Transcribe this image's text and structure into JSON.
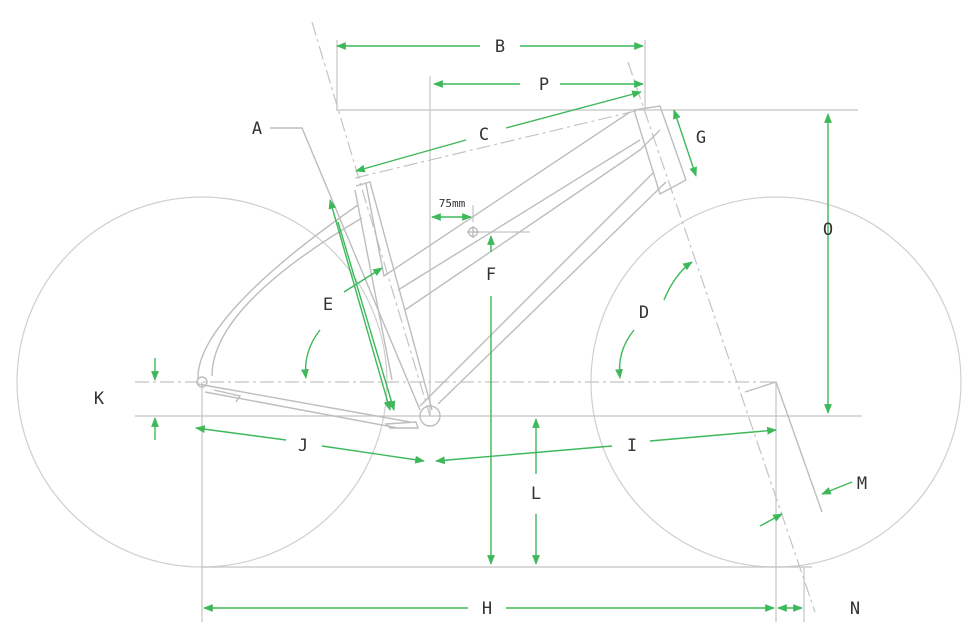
{
  "labels": {
    "A": "A",
    "B": "B",
    "C": "C",
    "D": "D",
    "E": "E",
    "F": "F",
    "G": "G",
    "H": "H",
    "I": "I",
    "J": "J",
    "K": "K",
    "L": "L",
    "M": "M",
    "N": "N",
    "O": "O",
    "P": "P"
  },
  "offset_label": "75mm",
  "colors": {
    "dimension": "#3db85a",
    "lines": "#c4c4c4",
    "text": "#333333"
  }
}
